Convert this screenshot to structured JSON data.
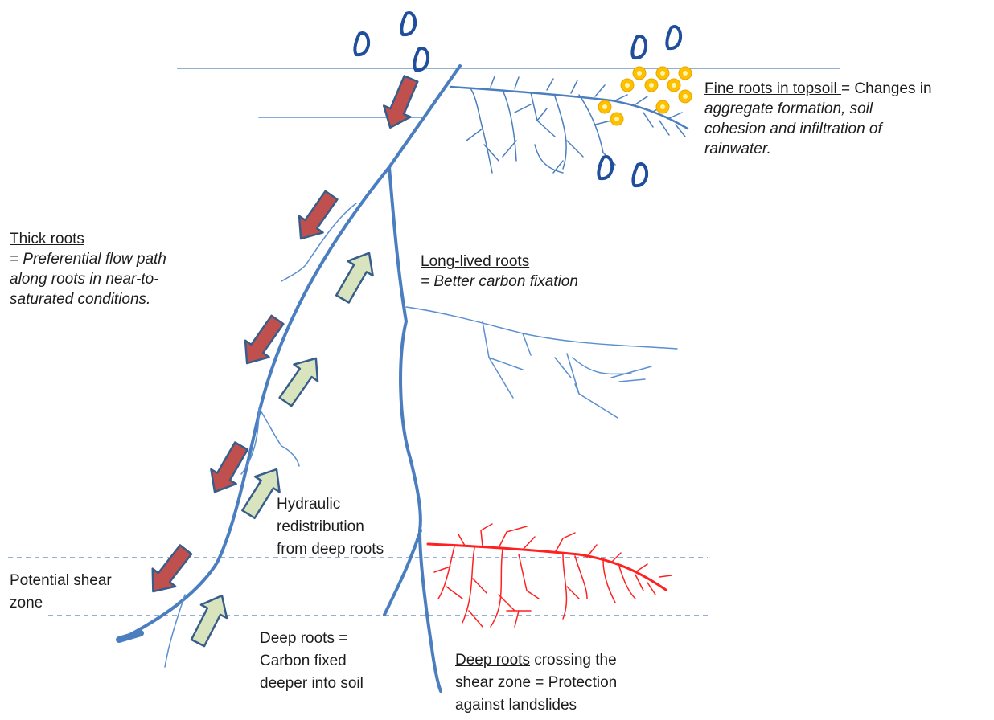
{
  "fine_roots": {
    "title": "Fine roots in topsoil ",
    "lines": [
      "= Changes in",
      "aggregate formation, soil",
      "cohesion and infiltration of",
      "rainwater."
    ]
  },
  "thick_roots": {
    "title": "Thick roots",
    "lines": [
      "= Preferential flow path",
      "along roots in near-to-",
      "saturated conditions."
    ]
  },
  "long_lived": {
    "title": "Long-lived roots",
    "lines": [
      "= Better carbon fixation"
    ]
  },
  "hydraulic": {
    "lines": [
      "Hydraulic",
      "redistribution",
      "from deep roots"
    ]
  },
  "shear_zone": {
    "lines": [
      "Potential shear",
      "zone"
    ]
  },
  "deep_roots_carbon": {
    "title": "Deep roots",
    "first_suffix": " =",
    "lines": [
      "Carbon fixed",
      "deeper into soil"
    ]
  },
  "deep_roots_crossing": {
    "title": "Deep roots",
    "first_suffix": " crossing the",
    "lines": [
      "shear zone = Protection",
      "against landslides"
    ]
  },
  "colors": {
    "root": "#4a7ebf",
    "root_thin": "#5b8fd0",
    "shear_root": "#ff2020",
    "down_arrow": "#c0504d",
    "up_arrow": "#d7e4bd",
    "arrow_outline": "#385d8a",
    "particle": "#ffc000",
    "guide_line": "#6f95c9"
  }
}
